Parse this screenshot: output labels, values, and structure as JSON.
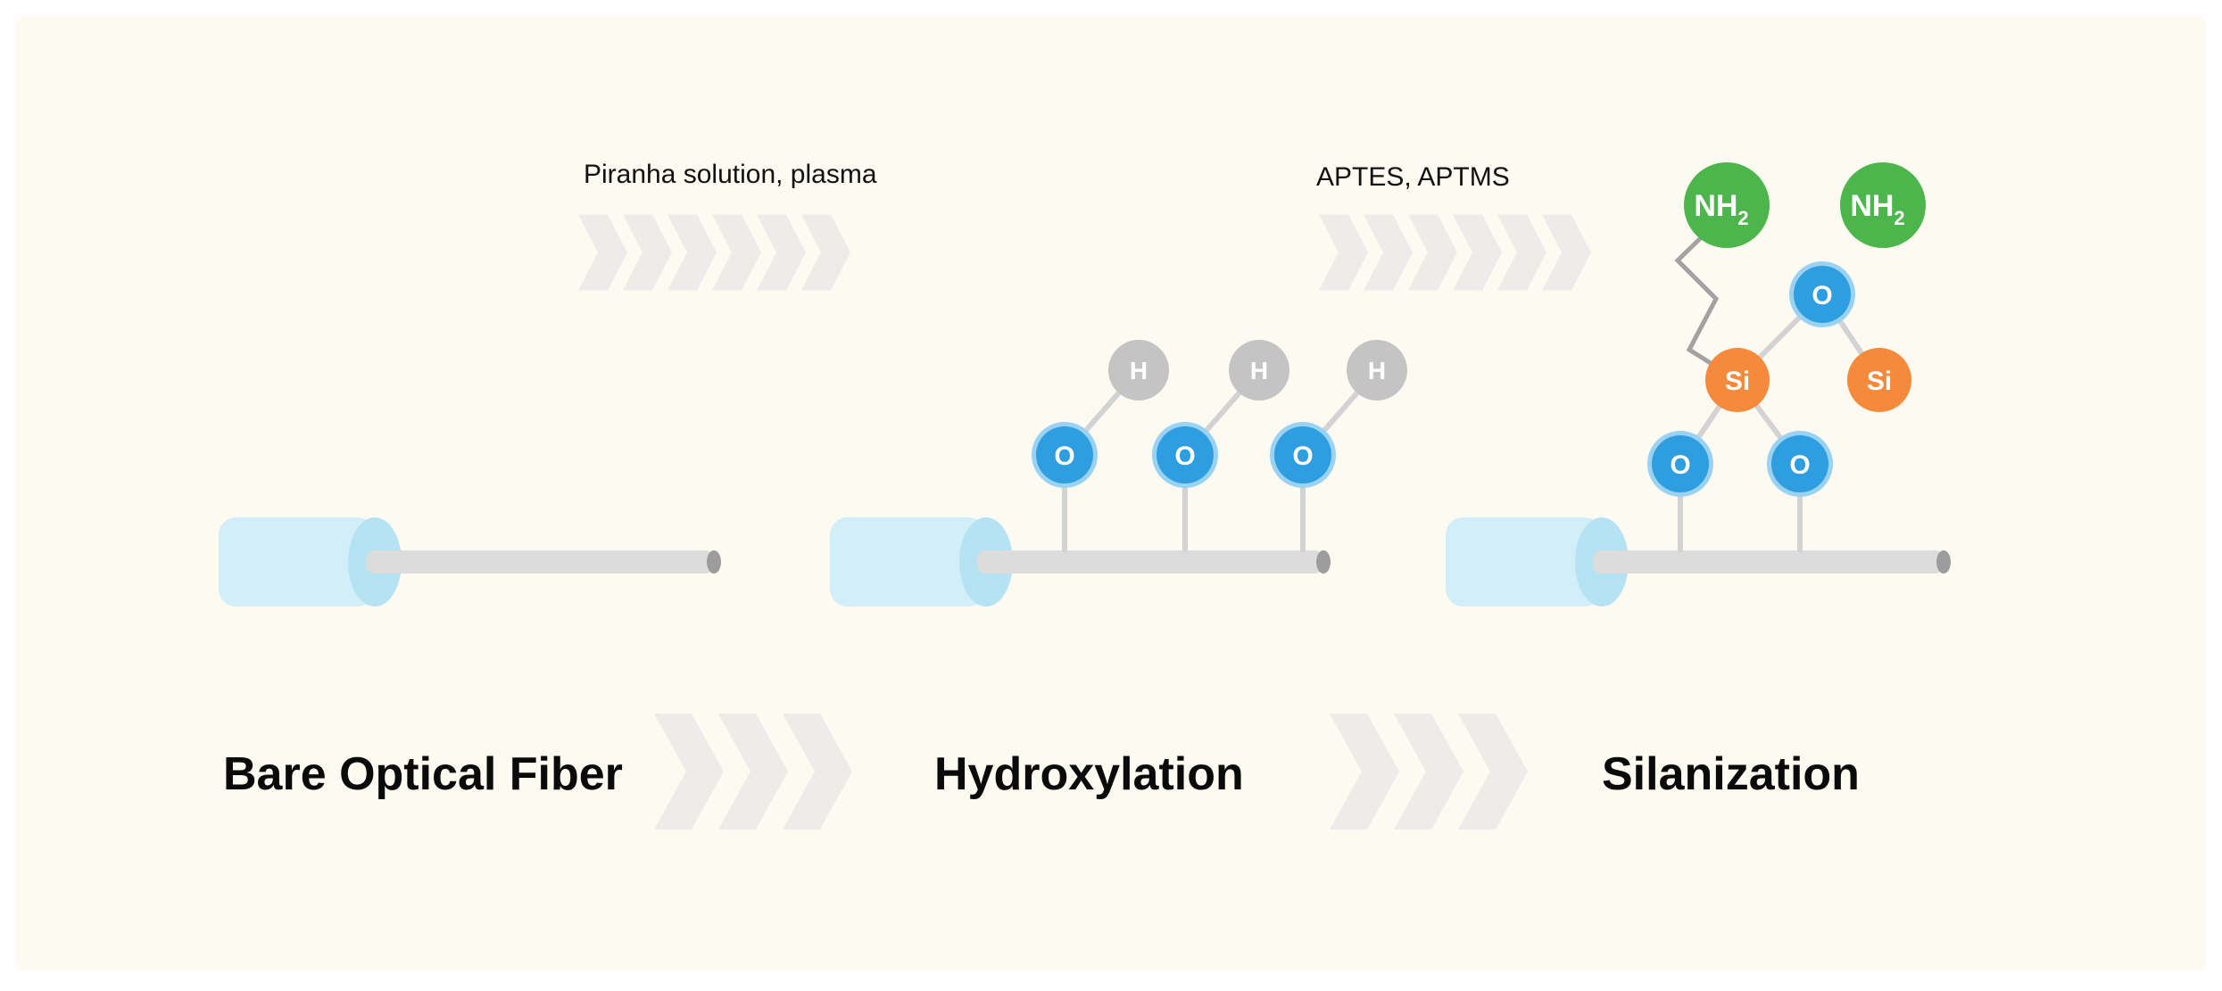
{
  "colors": {
    "background": "#fcfaf1",
    "chevron": "#eeebea",
    "fiber_core": "#dcdcdc",
    "fiber_tip": "#9c9c9c",
    "cladding_body": "#d2eef8",
    "cladding_face": "#b6e3f3",
    "bond": "#d3d3d3",
    "oxygen": "#2f9ee0",
    "oxygen_ring": "#9ad2f3",
    "hydrogen": "#c4c4c4",
    "silicon": "#f5893c",
    "amine": "#4cb64c",
    "chain": "#a2a2a2"
  },
  "stages": [
    {
      "id": "bare",
      "label": "Bare Optical Fiber"
    },
    {
      "id": "hydroxylation",
      "label": "Hydroxylation"
    },
    {
      "id": "silanization",
      "label": "Silanization"
    }
  ],
  "reagents": [
    {
      "step": "bare-to-hydroxylation",
      "text": "Piranha solution, plasma"
    },
    {
      "step": "hydroxylation-to-silanization",
      "text": "APTES, APTMS"
    }
  ],
  "atoms": {
    "oxygen": "O",
    "hydrogen": "H",
    "silicon": "Si",
    "amine_main": "NH",
    "amine_sub": "2"
  }
}
